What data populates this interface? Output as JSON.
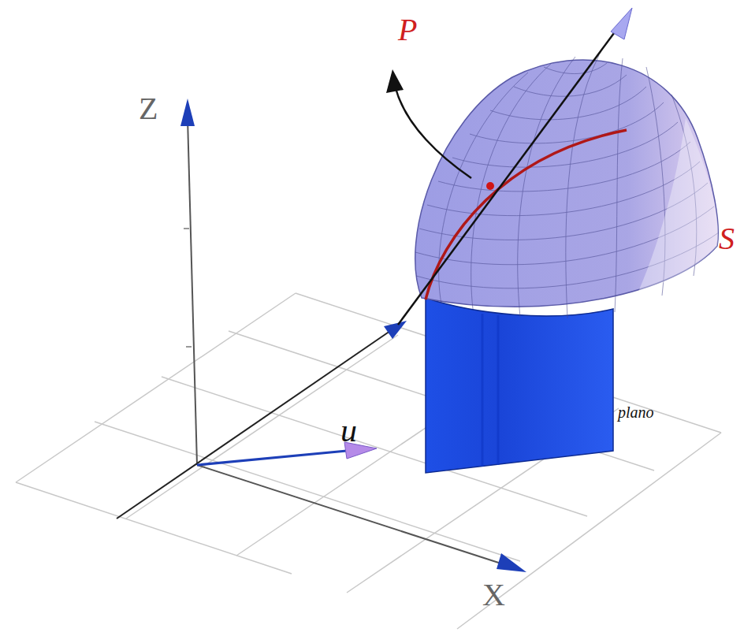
{
  "diagram": {
    "labels": [
      "P",
      "S",
      "u",
      "plano",
      "Z",
      "X"
    ]
  }
}
